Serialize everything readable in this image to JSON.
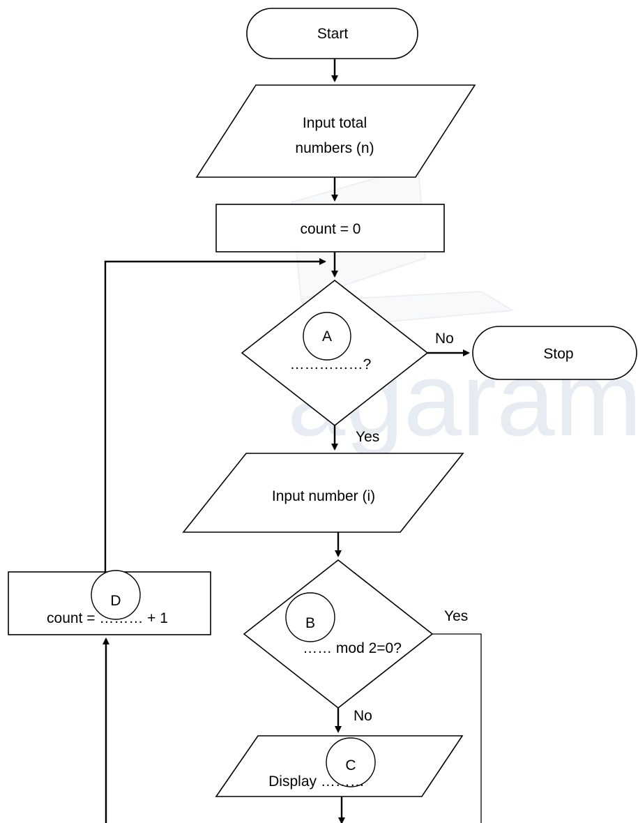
{
  "watermark": {
    "text": "agaram.lk"
  },
  "nodes": {
    "start": "Start",
    "input_total_1": "Input total",
    "input_total_2": "numbers (n)",
    "init": "count = 0",
    "decision_a_text": "……………?",
    "stop": "Stop",
    "input_number": "Input number (i)",
    "decision_b_text": "…… mod 2=0?",
    "display": "Display ………",
    "increment": "count = ……… + 1"
  },
  "markers": {
    "a": "A",
    "b": "B",
    "c": "C",
    "d": "D"
  },
  "edge_labels": {
    "a_no": "No",
    "a_yes": "Yes",
    "b_yes": "Yes",
    "b_no": "No"
  }
}
